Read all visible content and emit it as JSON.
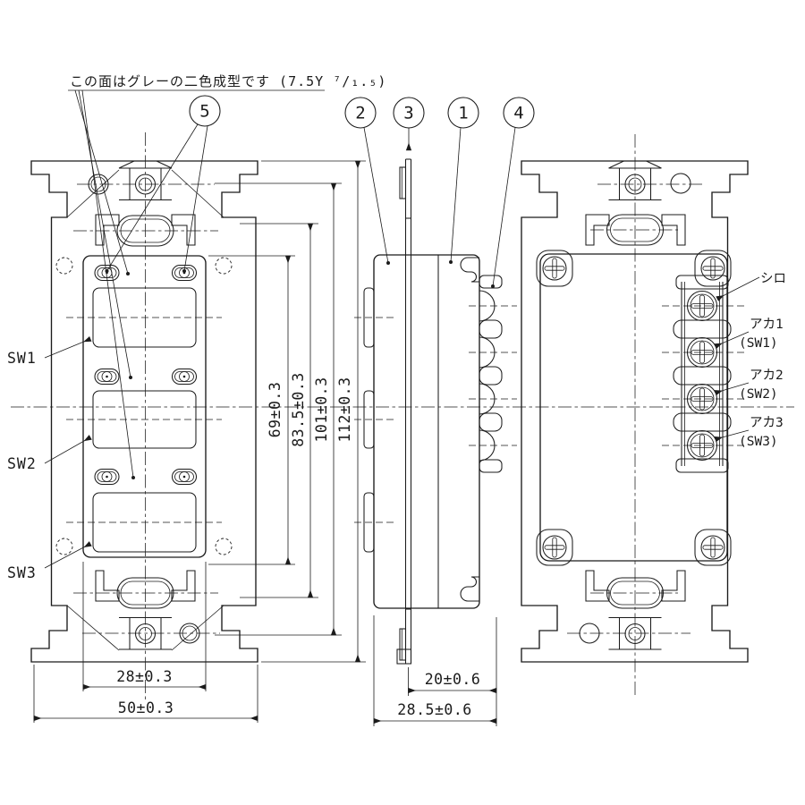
{
  "drawing": {
    "annotation": "この面はグレーの二色成型です (7.5Y ⁷/₁.₅)",
    "balloons": {
      "no1": "1",
      "no2": "2",
      "no3": "3",
      "no4": "4",
      "no5": "5"
    },
    "front": {
      "sw1": "SW1",
      "sw2": "SW2",
      "sw3": "SW3"
    },
    "dims": {
      "w28": "28±0.3",
      "w50": "50±0.3",
      "h69": "69±0.3",
      "h83": "83.5±0.3",
      "h101": "101±0.3",
      "h112": "112±0.3",
      "d20": "20±0.6",
      "d28": "28.5±0.6"
    },
    "terminals": {
      "shiro": "シロ",
      "aka1": "アカ1",
      "aka1_sw": "(SW1)",
      "aka2": "アカ2",
      "aka2_sw": "(SW2)",
      "aka3": "アカ3",
      "aka3_sw": "(SW3)"
    },
    "colors": {
      "line": "#1b1b1b",
      "background": "#ffffff"
    }
  }
}
